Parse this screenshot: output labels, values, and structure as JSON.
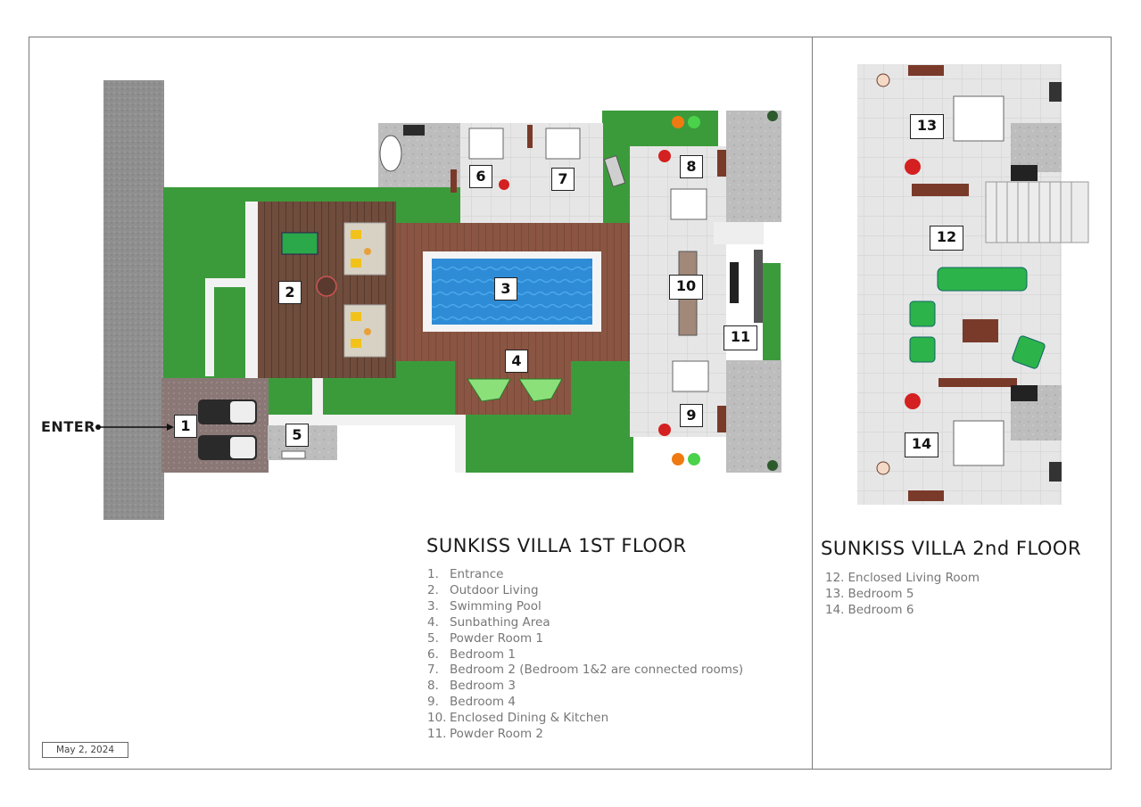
{
  "first_floor": {
    "title": "SUNKISS VILLA 1ST FLOOR",
    "enter_label": "ENTER",
    "rooms": [
      {
        "num": "1.",
        "name": "Entrance",
        "tag": "1"
      },
      {
        "num": "2.",
        "name": "Outdoor Living",
        "tag": "2"
      },
      {
        "num": "3.",
        "name": "Swimming Pool",
        "tag": "3"
      },
      {
        "num": "4.",
        "name": "Sunbathing Area",
        "tag": "4"
      },
      {
        "num": "5.",
        "name": "Powder Room 1",
        "tag": "5"
      },
      {
        "num": "6.",
        "name": "Bedroom 1",
        "tag": "6"
      },
      {
        "num": "7.",
        "name": "Bedroom 2 (Bedroom 1&2 are connected rooms)",
        "tag": "7"
      },
      {
        "num": "8.",
        "name": "Bedroom 3",
        "tag": "8"
      },
      {
        "num": "9.",
        "name": "Bedroom 4",
        "tag": "9"
      },
      {
        "num": "10.",
        "name": "Enclosed Dining & Kitchen",
        "tag": "10"
      },
      {
        "num": "11.",
        "name": "Powder Room 2",
        "tag": "11"
      }
    ]
  },
  "second_floor": {
    "title": "SUNKISS VILLA 2nd FLOOR",
    "rooms": [
      {
        "num": "12.",
        "name": "Enclosed Living Room",
        "tag": "12"
      },
      {
        "num": "13.",
        "name": "Bedroom 5",
        "tag": "13"
      },
      {
        "num": "14.",
        "name": "Bedroom 6",
        "tag": "14"
      }
    ]
  },
  "date": "May 2, 2024",
  "colors": {
    "grass": "#3a9a3a",
    "deck": "#6b4a3a",
    "pool": "#2f8fd8",
    "tile": "#e4e4e4",
    "road": "#8e8e8e",
    "carport": "#8d7a78"
  }
}
